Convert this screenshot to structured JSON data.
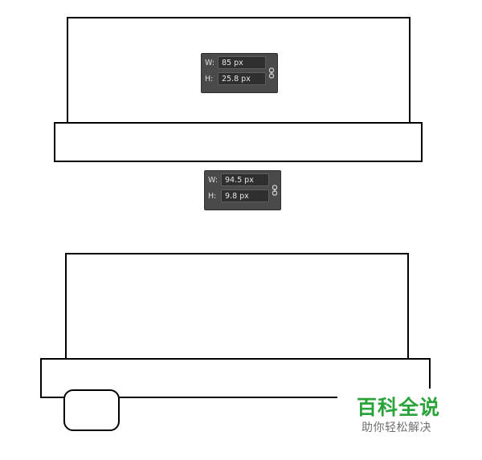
{
  "top_dimensions": {
    "width_label": "W:",
    "width_value": "85 px",
    "height_label": "H:",
    "height_value": "25.8 px",
    "link_icon": "chain-link-icon"
  },
  "middle_dimensions": {
    "width_label": "W:",
    "width_value": "94.5 px",
    "height_label": "H:",
    "height_value": "9.8 px",
    "link_icon": "chain-link-icon"
  },
  "watermark": {
    "title": "百科全说",
    "subtitle": "助你轻松解决",
    "title_color": "#2aa33a",
    "subtitle_color": "#707070"
  },
  "colors": {
    "outline": "#000000",
    "panel_background": "#4a4a4a",
    "field_background": "#2f2f2f"
  }
}
